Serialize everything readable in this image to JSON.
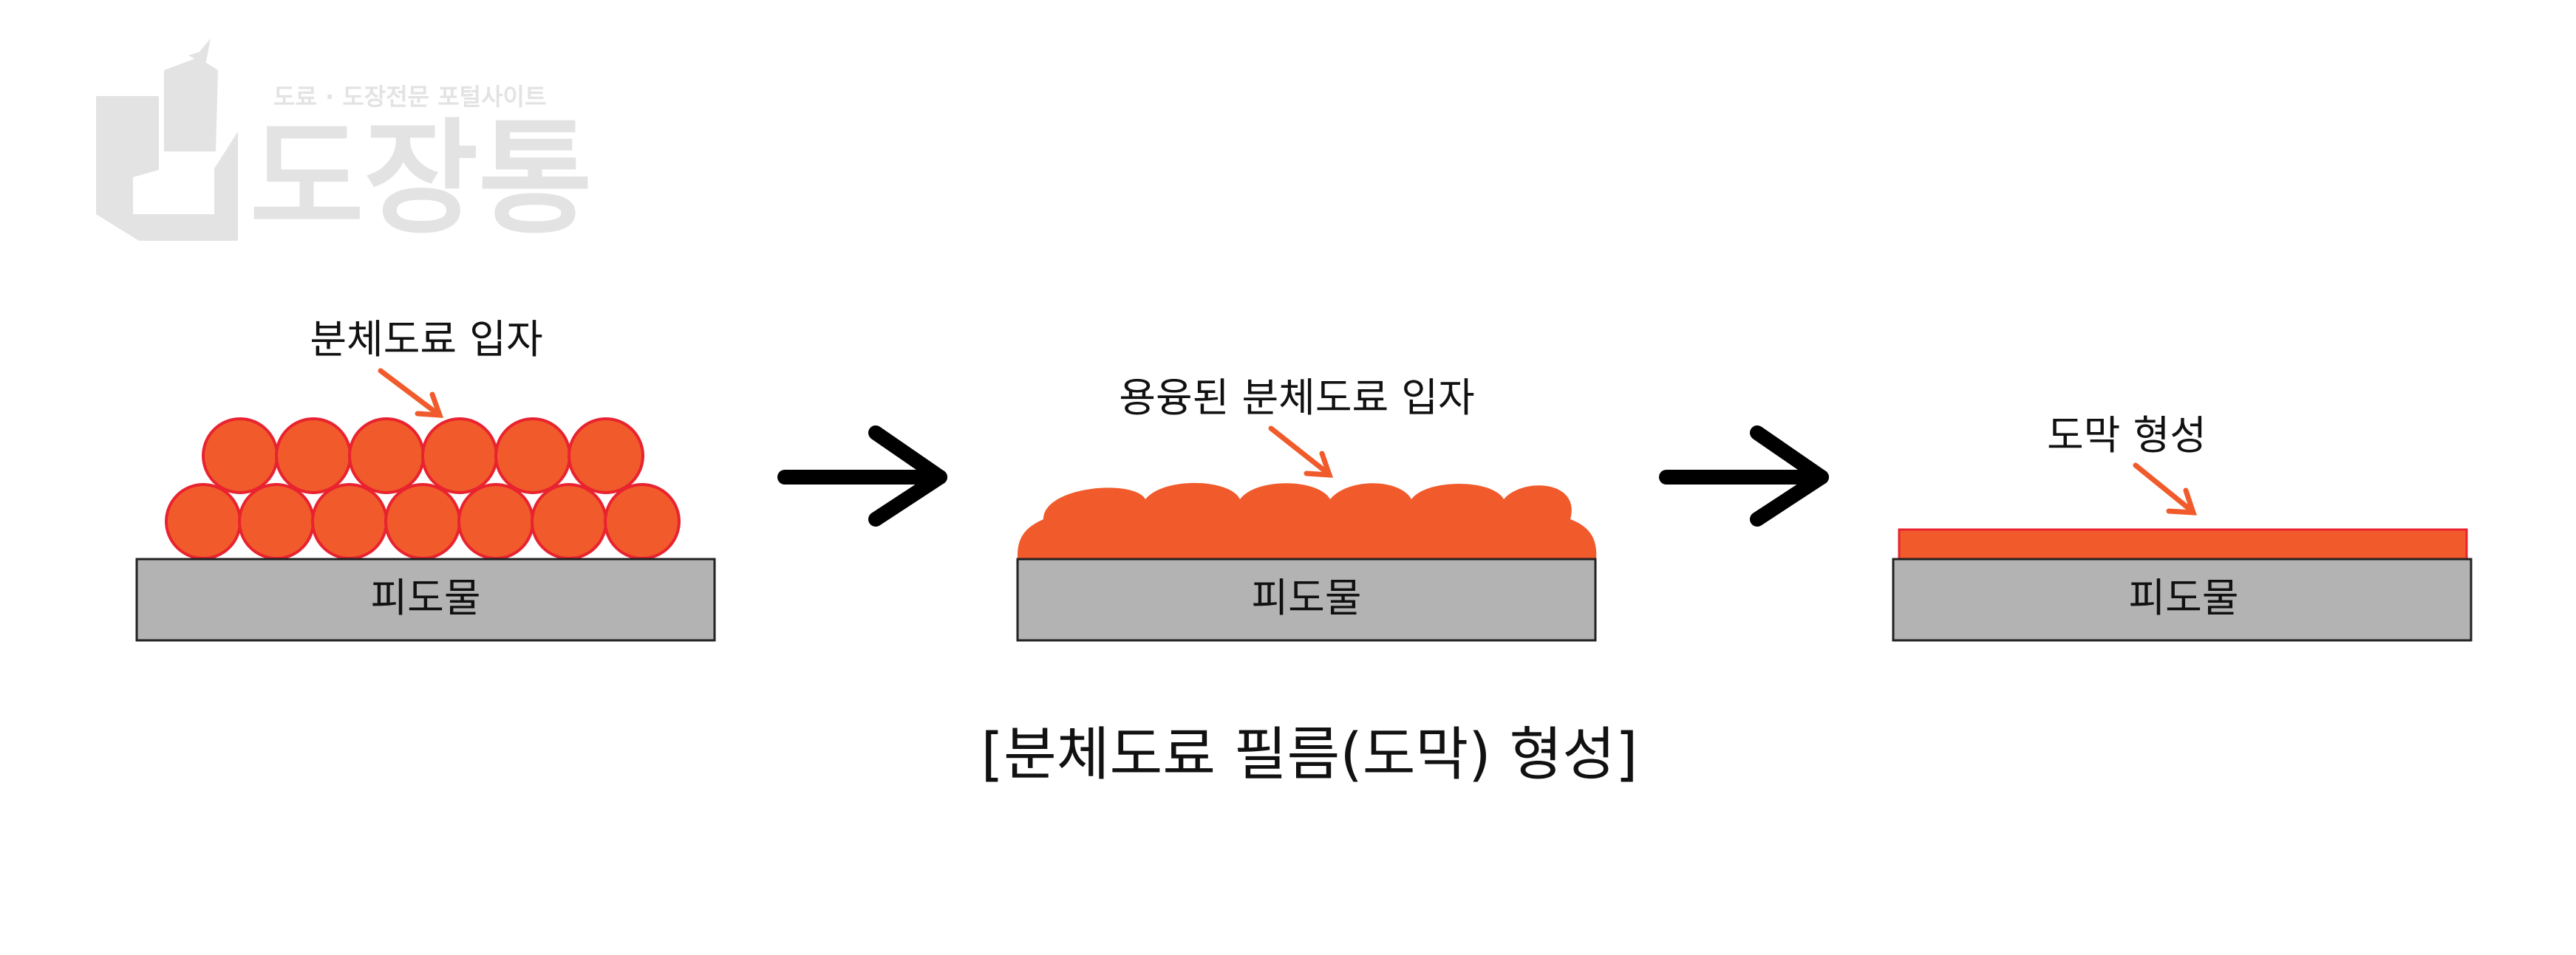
{
  "watermark": {
    "tagline": "도료 · 도장전문 포털사이트",
    "brand": "도장통"
  },
  "stages": [
    {
      "label": "분체도료 입자",
      "substrate": "피도물"
    },
    {
      "label": "용융된 분체도료 입자",
      "substrate": "피도물"
    },
    {
      "label": "도막 형성",
      "substrate": "피도물"
    }
  ],
  "caption": "[분체도료 필름(도막) 형성]",
  "colors": {
    "particle": "#f15a2b",
    "particle_stroke": "#e8232f",
    "substrate": "#b3b3b3",
    "arrow": "#000000",
    "pointer": "#f15a2b",
    "watermark": "#e3e3e3"
  }
}
